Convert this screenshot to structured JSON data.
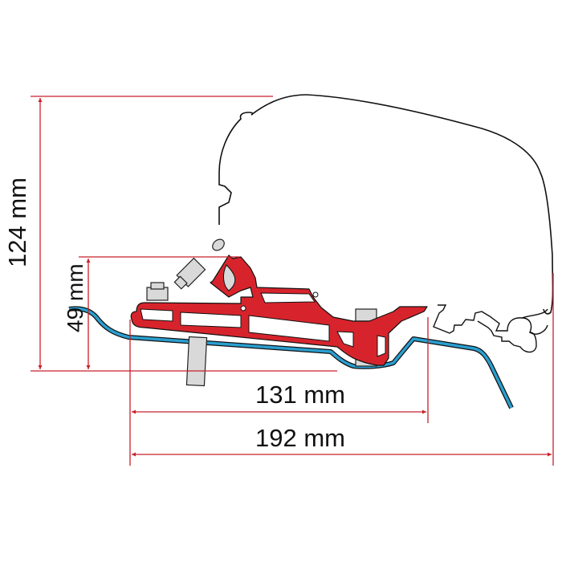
{
  "diagram": {
    "subject": "Awning mounting bracket cross-section",
    "colors": {
      "dimension_line": "#c8202a",
      "bracket": "#d7242c",
      "vehicle_roof": "#2a9fd0",
      "outline": "#111111",
      "bolt": "#d9d9d9",
      "background": "#ffffff"
    },
    "dimensions": {
      "height_total": {
        "label": "124 mm",
        "value": 124,
        "unit": "mm",
        "orientation": "vertical"
      },
      "height_bracket": {
        "label": "49 mm",
        "value": 49,
        "unit": "mm",
        "orientation": "vertical"
      },
      "width_bracket": {
        "label": "131 mm",
        "value": 131,
        "unit": "mm",
        "orientation": "horizontal"
      },
      "width_total": {
        "label": "192 mm",
        "value": 192,
        "unit": "mm",
        "orientation": "horizontal"
      }
    },
    "components": [
      {
        "name": "awning-cassette",
        "description": "Awning housing outline"
      },
      {
        "name": "mounting-bracket",
        "description": "Red adapter profile"
      },
      {
        "name": "vehicle-roof-profile",
        "description": "Blue roof line"
      },
      {
        "name": "bolts",
        "description": "Fastening bolts and nuts"
      }
    ]
  }
}
